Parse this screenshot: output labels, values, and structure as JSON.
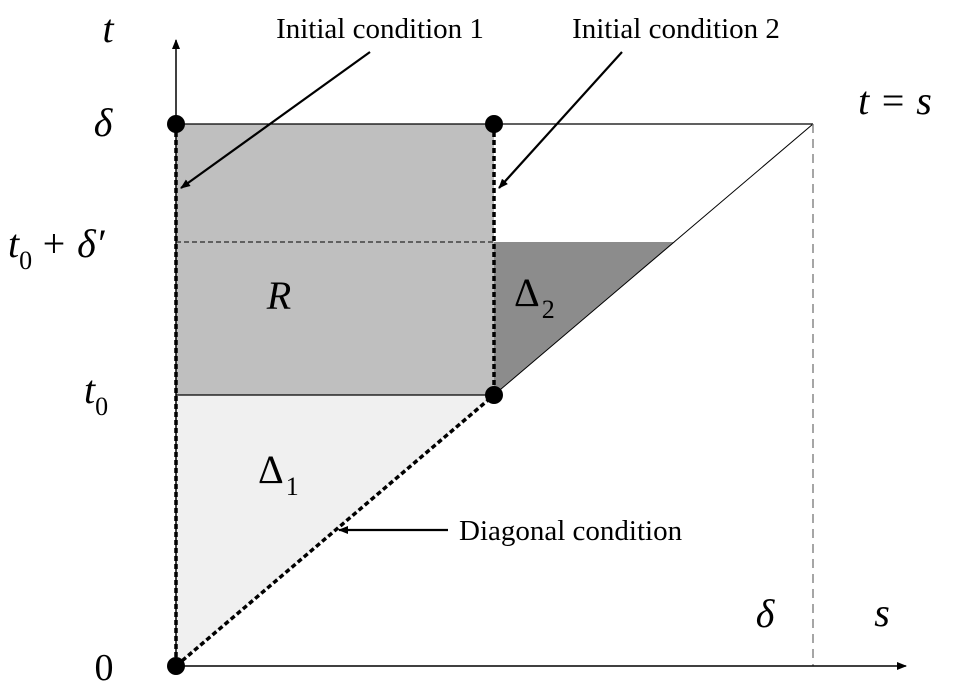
{
  "axes": {
    "t_label": "t",
    "s_label": "s",
    "origin_label": "0",
    "delta_label": "δ",
    "diagonal_label": "t = s"
  },
  "ticks": {
    "delta_t": "δ",
    "t0_plus_delta_prime": {
      "t": "t",
      "sub": "0",
      "rest": "+ δ′"
    },
    "t0": {
      "t": "t",
      "sub": "0"
    },
    "delta_s": "δ"
  },
  "regions": {
    "R": "R",
    "delta1": {
      "symbol": "Δ",
      "sub": "1"
    },
    "delta2": {
      "symbol": "Δ",
      "sub": "2"
    }
  },
  "annotations": {
    "initial_condition_1": "Initial condition 1",
    "initial_condition_2": "Initial condition 2",
    "diagonal_condition": "Diagonal condition"
  },
  "colors": {
    "region_R": "#bfbfbf",
    "region_delta1": "#f0f0f0",
    "region_delta2": "#8c8c8c",
    "ink": "#000000",
    "guide": "#777777"
  }
}
